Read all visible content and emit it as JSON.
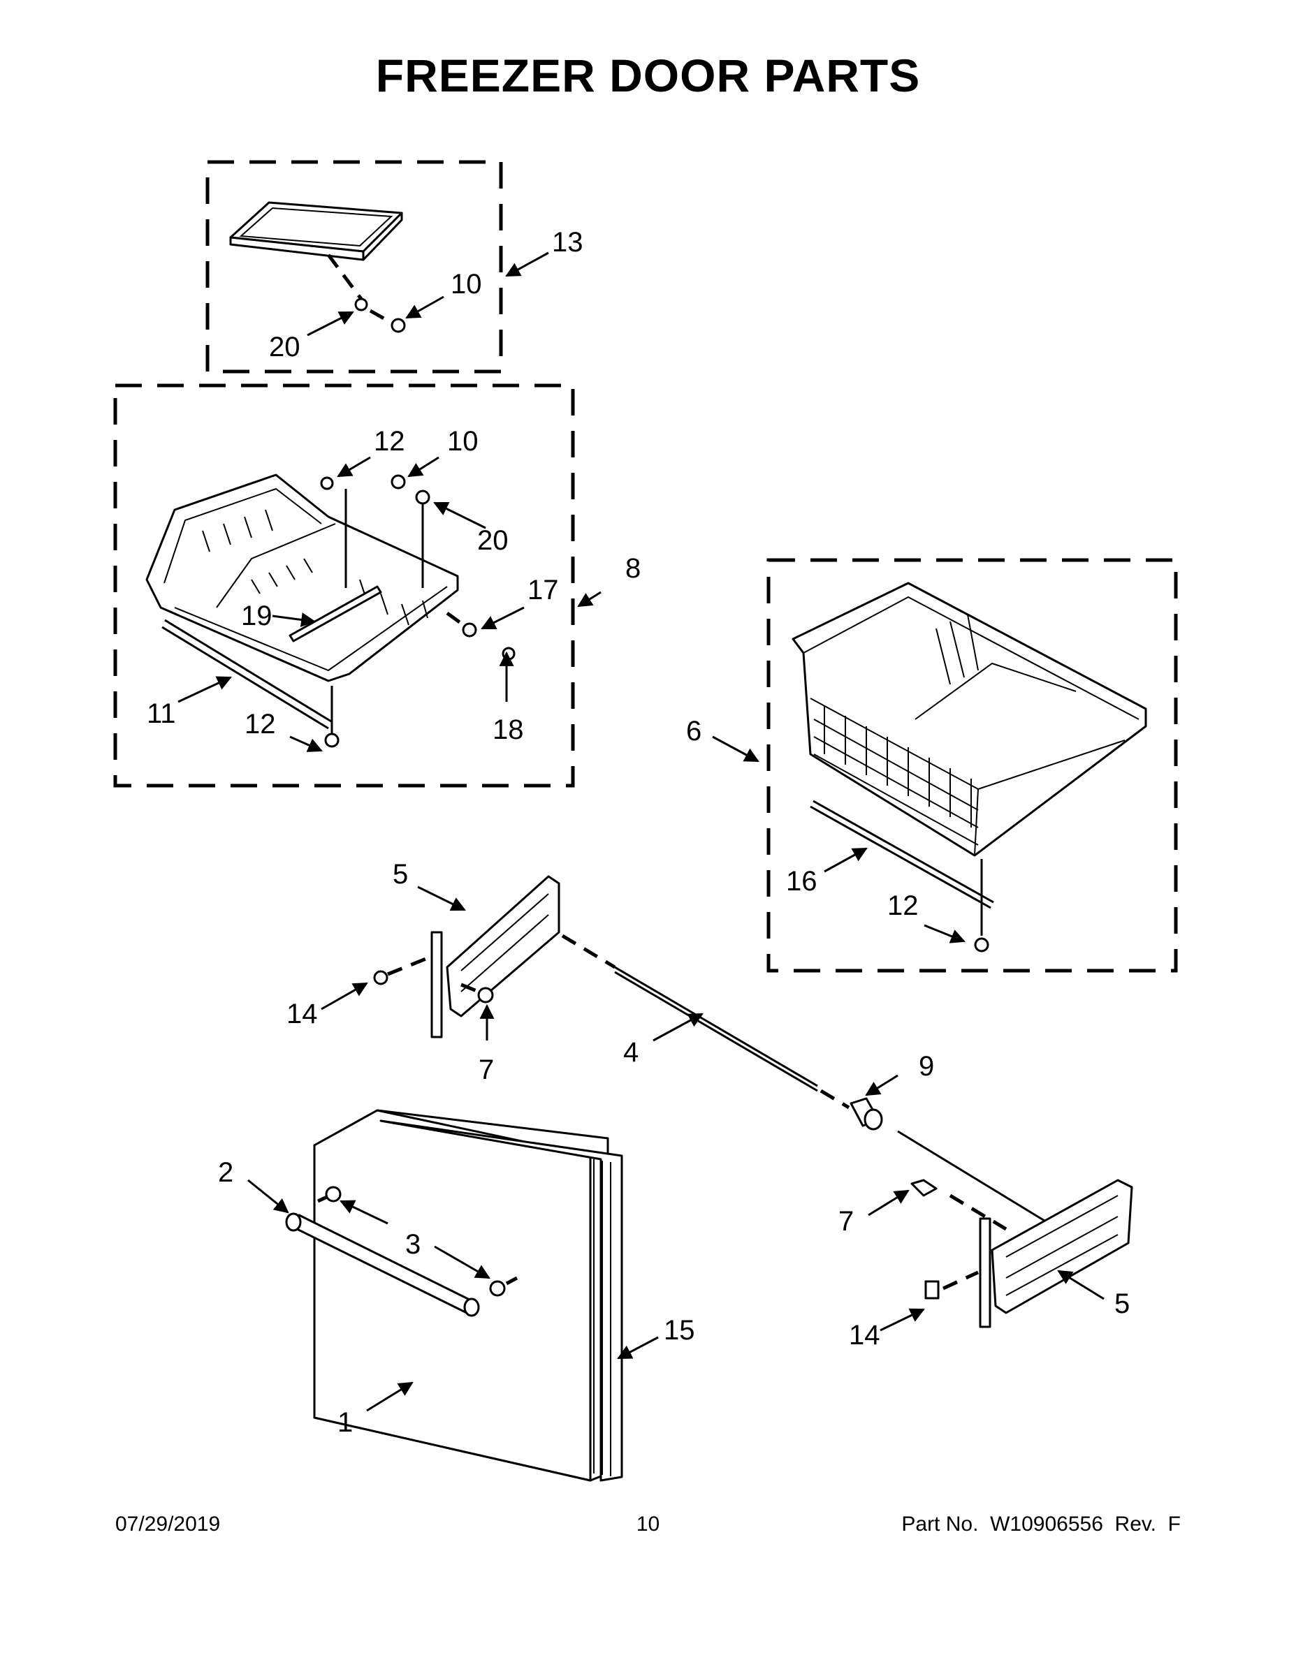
{
  "title": "FREEZER DOOR PARTS",
  "footer": {
    "date": "07/29/2019",
    "page": "10",
    "part_info": "Part No.  W10906556  Rev.  F"
  },
  "callouts": {
    "c13": "13",
    "c10a": "10",
    "c20a": "20",
    "c12a": "12",
    "c10b": "10",
    "c20b": "20",
    "c8": "8",
    "c17": "17",
    "c19": "19",
    "c11": "11",
    "c12b": "12",
    "c18": "18",
    "c6": "6",
    "c16": "16",
    "c12c": "12",
    "c5a": "5",
    "c14a": "14",
    "c7a": "7",
    "c4": "4",
    "c9": "9",
    "c2": "2",
    "c3": "3",
    "c15": "15",
    "c1": "1",
    "c7b": "7",
    "c5b": "5",
    "c14b": "14"
  }
}
